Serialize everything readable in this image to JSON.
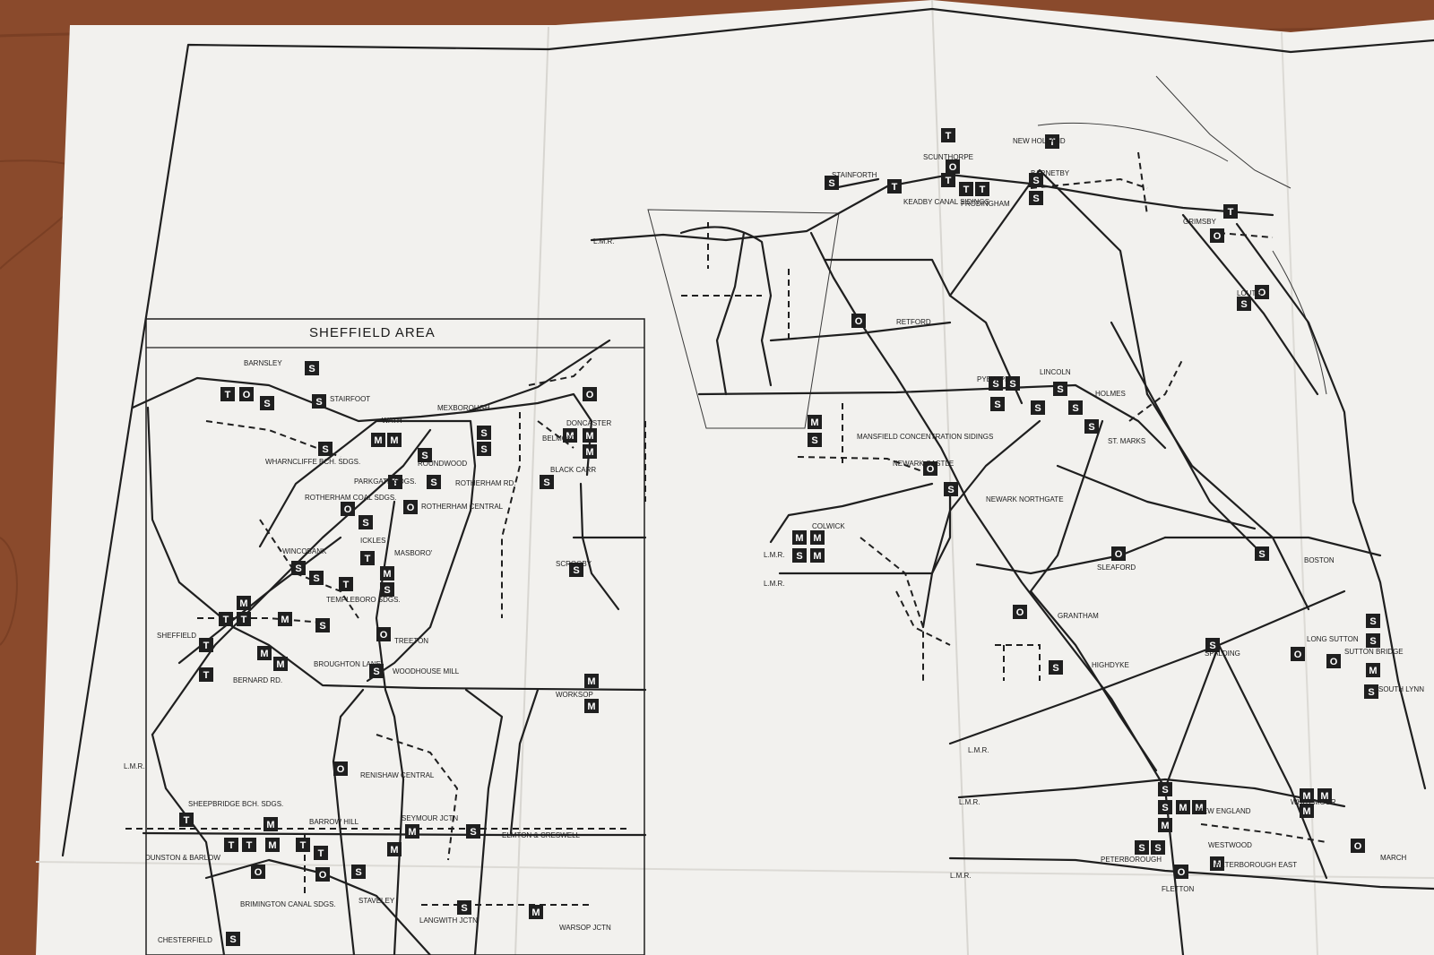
{
  "inset_title": "SHEFFIELD AREA",
  "colors": {
    "wood": "#8a4a2c",
    "paper": "#f2f1ee",
    "ink": "#1f1f1f"
  },
  "symbols": [
    {
      "letter": "S",
      "meaning": "square-box-signal"
    },
    {
      "letter": "M",
      "meaning": "square-box-signal"
    },
    {
      "letter": "T",
      "meaning": "square-box-signal"
    },
    {
      "letter": "O",
      "meaning": "square-box-signal"
    }
  ],
  "labels": {
    "barnsley": "BARNSLEY",
    "wharncliffe": "WHARNCLIFFE BCH. SDGS.",
    "stairfoot": "STAIRFOOT",
    "wath": "WATH",
    "mexborough": "MEXBOROUGH",
    "roundwood": "ROUNDWOOD",
    "parkgate": "PARKGATE SDGS.",
    "rotherham_rd": "ROTHERHAM RD.",
    "rotherham_central": "ROTHERHAM CENTRAL",
    "rotherham_coal": "ROTHERHAM COAL SDGS.",
    "ickles": "ICKLES",
    "masboro": "MASBORO'",
    "wincobank": "WINCOBANK",
    "templeboro": "TEMPLEBORO SDGS.",
    "sheffield": "SHEFFIELD",
    "treeton": "TREETON",
    "broughton": "BROUGHTON LANE",
    "woodhouse": "WOODHOUSE MILL",
    "bernard": "BERNARD RD.",
    "doncaster": "DONCASTER",
    "belmont": "BELMONT",
    "black_carr": "BLACK CARR",
    "scrooby": "SCROOBY",
    "worksop": "WORKSOP",
    "renishaw": "RENISHAW CENTRAL",
    "sheepbridge": "SHEEPBRIDGE BCH. SDGS.",
    "barrow_hill": "BARROW HILL",
    "dunston": "DUNSTON & BARLOW",
    "seymour": "SEYMOUR JCTN",
    "elmton": "ELMTON & CRESWELL",
    "staveley": "STAVELEY",
    "brimington": "BRIMINGTON CANAL SDGS.",
    "chesterfield": "CHESTERFIELD",
    "langwith": "LANGWITH JCTN",
    "warsop": "WARSOP JCTN",
    "stainforth": "STAINFORTH",
    "scunthorpe": "SCUNTHORPE",
    "keadby": "KEADBY CANAL SIDINGS",
    "frodingham": "FRODINGHAM",
    "new_holland": "NEW HOLLAND",
    "barnetby": "BARNETBY",
    "grimsby": "GRIMSBY",
    "louth": "LOUTH",
    "retford": "RETFORD",
    "lincoln": "LINCOLN",
    "holmes": "HOLMES",
    "st_marks": "ST. MARKS",
    "pyewipe": "PYEWIPE",
    "mansfield": "MANSFIELD CONCENTRATION SIDINGS",
    "newark_castle": "NEWARK CASTLE",
    "newark_northgate": "NEWARK NORTHGATE",
    "colwick": "COLWICK",
    "sleaford": "SLEAFORD",
    "boston": "BOSTON",
    "grantham": "GRANTHAM",
    "highdyke": "HIGHDYKE",
    "spalding": "SPALDING",
    "long_sutton": "LONG SUTTON",
    "sutton_bridge": "SUTTON BRIDGE",
    "south_lynn": "SOUTH LYNN",
    "new_england": "NEW ENGLAND",
    "whitemoor": "WHITEMOOR",
    "peterborough": "PETERBOROUGH",
    "peterborough_east": "PETERBOROUGH EAST",
    "fletton": "FLETTON",
    "westwood": "WESTWOOD",
    "march": "MARCH",
    "lmr": "L.M.R."
  }
}
